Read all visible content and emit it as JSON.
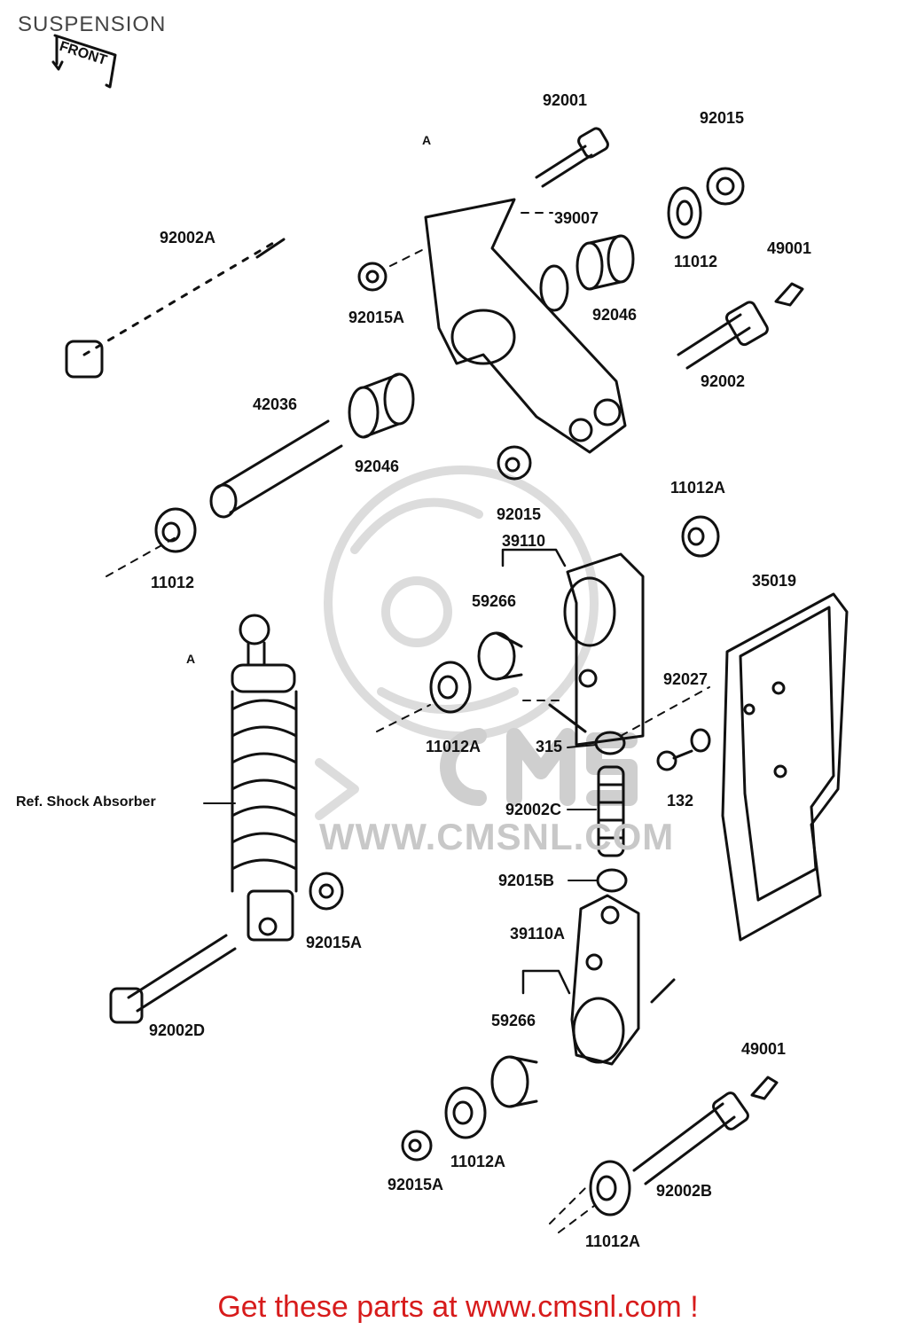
{
  "header": {
    "title": "SUSPENSION"
  },
  "front_marker": {
    "text": "FRONT"
  },
  "watermark": {
    "brand": "CMS",
    "url": "WWW.CMSNL.COM"
  },
  "part_labels": {
    "p92001": "92001",
    "p92015_top": "92015",
    "p39007": "39007",
    "p92002A": "92002A",
    "p11012_top": "11012",
    "p49001_top": "49001",
    "p92015A_top": "92015A",
    "p92046_top": "92046",
    "p92002": "92002",
    "p42036": "42036",
    "p92046_mid": "92046",
    "p11012A_mid": "11012A",
    "p92015_mid": "92015",
    "p39110": "39110",
    "p11012_left": "11012",
    "p35019": "35019",
    "p59266_top": "59266",
    "p92027": "92027",
    "p11012A_left": "11012A",
    "p315": "315",
    "p132": "132",
    "ref_shock": "Ref. Shock Absorber",
    "p92002C": "92002C",
    "p92015B": "92015B",
    "p92015A_mid": "92015A",
    "p39110A": "39110A",
    "p92002D": "92002D",
    "p59266_bot": "59266",
    "p49001_bot": "49001",
    "p11012A_bot1": "11012A",
    "p92015A_bot": "92015A",
    "p92002B": "92002B",
    "p11012A_bot2": "11012A",
    "marker_A1": "A",
    "marker_A2": "A"
  },
  "footer": {
    "text": "Get these parts at www.cmsnl.com !"
  },
  "colors": {
    "ink": "#111111",
    "footer": "#d71b1b",
    "watermark": "#c8c8c8",
    "title": "#444444"
  }
}
